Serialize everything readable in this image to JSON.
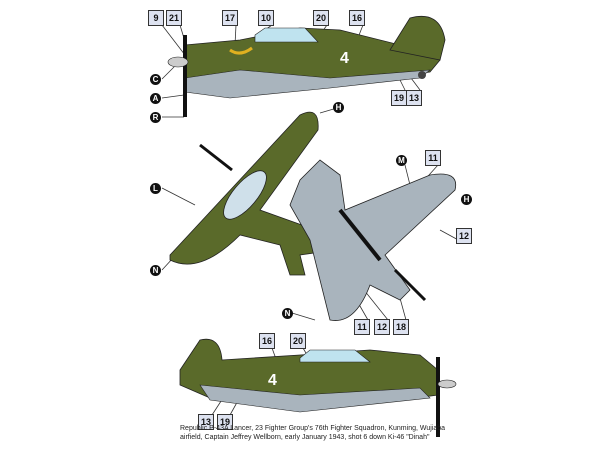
{
  "title_caption": {
    "line1": "Republic P-43A Lancer, 23 Fighter Group's 76th Fighter Squadron, Kunming, Wujiaba",
    "line2": "airfield, Captain Jeffrey Wellborn, early January 1943, shot 6 down  Ki-46 \"Dinah\""
  },
  "colors": {
    "olive": "#5a6a2a",
    "grey": "#a9b4bd",
    "outline": "#222"
  },
  "side_view_top": {
    "fuselage_code": "4",
    "numbered_callouts": [
      "9",
      "21",
      "17",
      "10",
      "20",
      "16",
      "19",
      "13"
    ],
    "letter_callouts": [
      "C",
      "A",
      "R",
      "H"
    ]
  },
  "plan_views": {
    "numbered_callouts": [
      "11",
      "12",
      "11",
      "12",
      "18"
    ],
    "letter_callouts": [
      "L",
      "N",
      "M",
      "H",
      "N"
    ]
  },
  "side_view_bottom": {
    "fuselage_code": "4",
    "numbered_callouts": [
      "16",
      "20",
      "13",
      "19"
    ]
  }
}
